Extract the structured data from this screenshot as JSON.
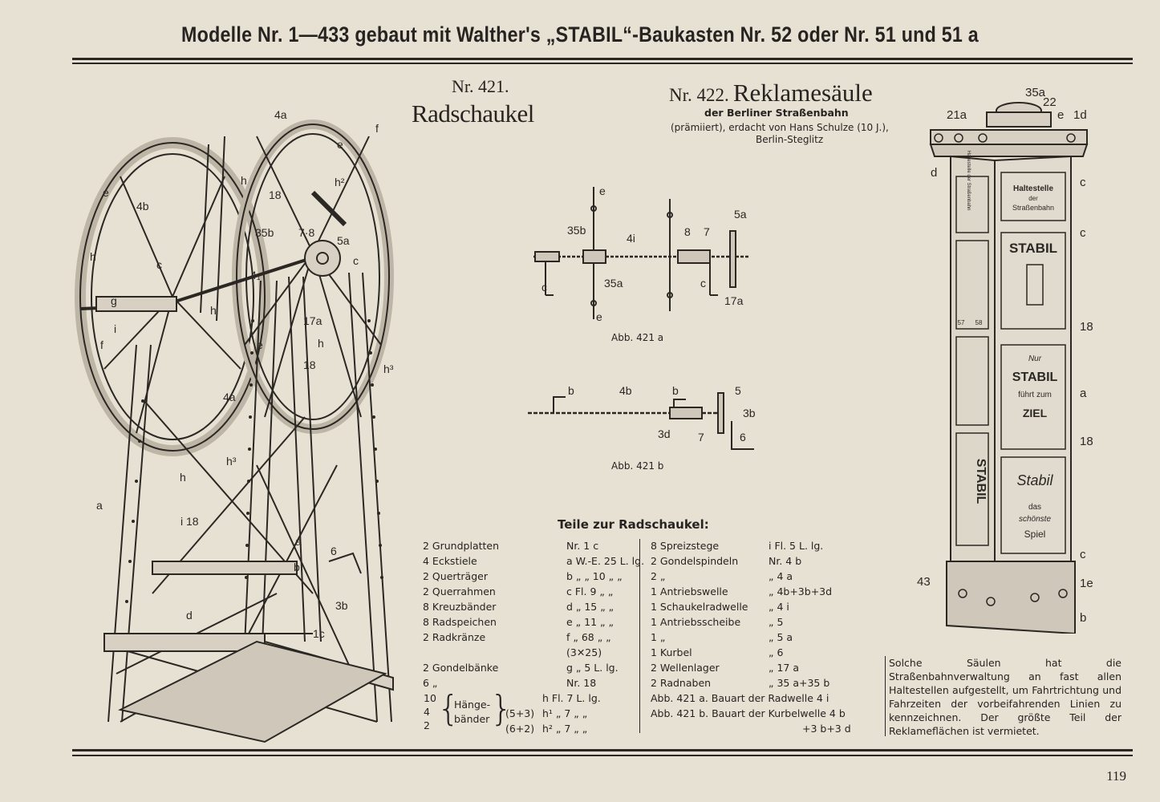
{
  "header": "Modelle Nr. 1—433 gebaut mit Walther's „STABIL“-Baukasten Nr. 52 oder Nr. 51 und 51 a",
  "model421": {
    "number": "Nr. 421.",
    "title": "Radschaukel"
  },
  "model422": {
    "number": "Nr. 422.",
    "title": "Reklamesäule",
    "subtitle": "der Berliner Straßenbahn",
    "credit": "(prämiiert), erdacht von Hans Schulze (10 J.),",
    "place": "Berlin-Steglitz"
  },
  "captions": {
    "a": "Abb. 421 a",
    "b": "Abb. 421 b"
  },
  "parts_title": "Teile zur Radschaukel:",
  "parts_left": [
    [
      "2 Grundplatten",
      "Nr.  1 c"
    ],
    [
      "4 Eckstiele",
      "a W.-E. 25 L. lg."
    ],
    [
      "2 Querträger",
      "b  „  „  10 „  „"
    ],
    [
      "2 Querrahmen",
      "c  Fl.   9 „  „"
    ],
    [
      "8 Kreuzbänder",
      "d  „   15 „  „"
    ],
    [
      "8 Radspeichen",
      "e  „   11 „  „"
    ],
    [
      "2 Radkränze",
      "f  „   68 „  „"
    ],
    [
      "",
      "(3✕25)"
    ],
    [
      "2 Gondelbänke",
      "g  „    5 L. lg."
    ],
    [
      "6          „",
      "Nr. 18"
    ]
  ],
  "haenge": {
    "counts": [
      "10",
      "4",
      "2"
    ],
    "label1": "Hänge-",
    "label2": "bänder",
    "mid": [
      "",
      "(5+3)",
      "(6+2)"
    ],
    "codes": [
      "h   Fl.   7 L. lg.",
      "h¹   „    7 „  „",
      "h²  „    7 „  „"
    ]
  },
  "parts_right": [
    [
      "8 Spreizstege",
      "i   Fl.    5 L. lg."
    ],
    [
      "2 Gondelspindeln",
      "Nr.  4 b"
    ],
    [
      "2          „",
      "„   4 a"
    ],
    [
      "1 Antriebswelle",
      "„   4b+3b+3d"
    ],
    [
      "1 Schaukelradwelle",
      "„   4 i"
    ],
    [
      "1 Antriebsscheibe",
      "„   5"
    ],
    [
      "1          „",
      "„   5 a"
    ],
    [
      "1 Kurbel",
      "„   6"
    ],
    [
      "2 Wellenlager",
      "„  17 a"
    ],
    [
      "2 Radnaben",
      "„  35 a+35 b"
    ]
  ],
  "abb_notes": [
    "Abb. 421 a.  Bauart der Radwelle 4 i",
    "Abb. 421 b.  Bauart der Kurbelwelle 4 b",
    "+3 b+3 d"
  ],
  "note": "Solche Säulen hat die Straßenbahnverwaltung an fast allen Haltestellen aufgestellt, um Fahrtrichtung und Fahrzeiten der vorbeifahrenden Linien zu kennzeichnen. Der größte Teil der Reklameflächen ist vermietet.",
  "page_number": "119",
  "labels_wheel": [
    "4a",
    "e",
    "f",
    "e",
    "4b",
    "h",
    "18",
    "h²",
    "35b",
    "7·8",
    "5a",
    "c",
    "c",
    "4₁",
    "h",
    "g",
    "i",
    "f",
    "h",
    "e",
    "17a",
    "h",
    "18",
    "4a",
    "h³",
    "h³",
    "a",
    "h",
    "i 18",
    "a",
    "6",
    "b",
    "3b",
    "d",
    "1c"
  ],
  "labels_421a": [
    "e",
    "35b",
    "4i",
    "8",
    "7",
    "5a",
    "c",
    "35a",
    "c",
    "17a",
    "e"
  ],
  "labels_421b": [
    "b",
    "4b",
    "b",
    "5",
    "3b",
    "3d",
    "7",
    "6"
  ],
  "labels_column": [
    "35a",
    "21a",
    "22",
    "e",
    "1d",
    "d",
    "c",
    "c",
    "18",
    "a",
    "18",
    "c",
    "43",
    "1e",
    "b"
  ],
  "column_signs": {
    "halt1": "Haltestelle",
    "halt2": "der",
    "halt3": "Straßenbahn",
    "stabil": "STABIL",
    "nur": "Nur",
    "stabil2": "STABIL",
    "fuehrt": "führt zum",
    "ziel": "ZIEL",
    "stabil3": "Stabil",
    "das": "das",
    "schoenste": "schönste",
    "spiel": "Spiel",
    "vert": "STABIL",
    "small1": "Haltestelle der Straßenbahn",
    "n1": "57",
    "n2": "58"
  }
}
